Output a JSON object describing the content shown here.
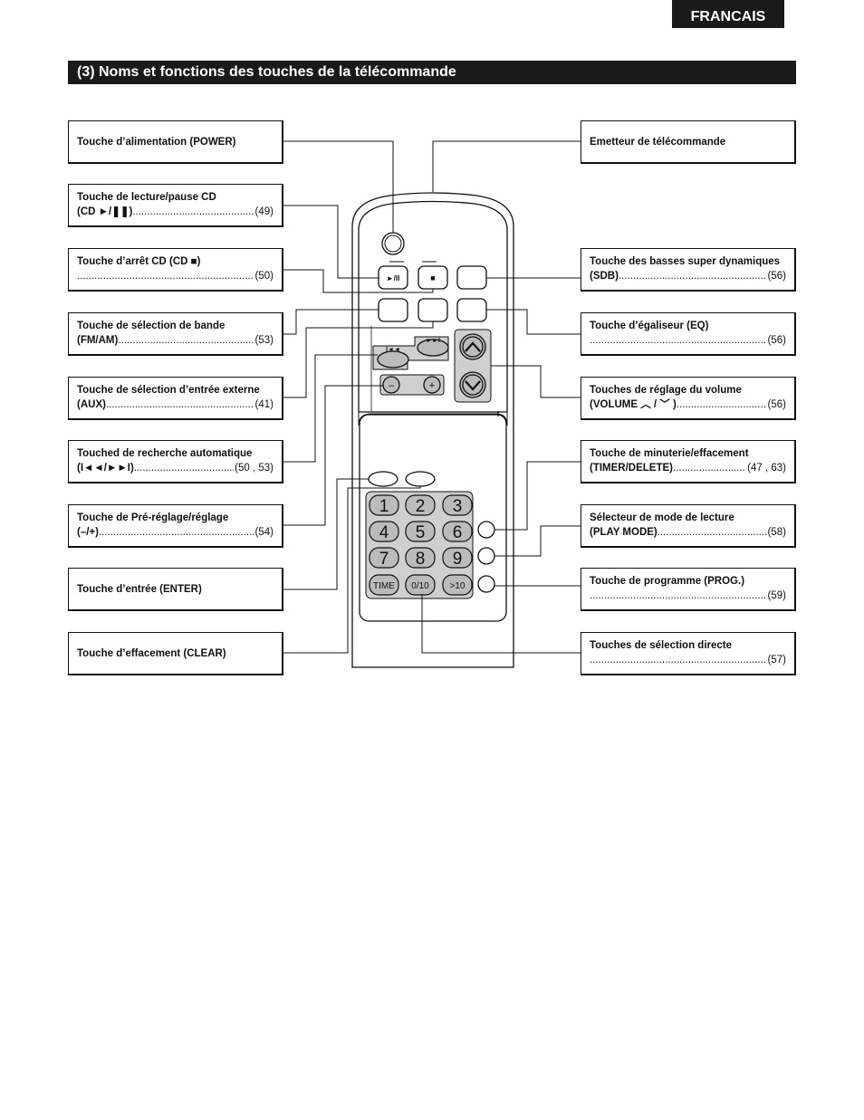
{
  "language_tab": "FRANCAIS",
  "section_title": "(3) Noms et fonctions des touches de la télécommande",
  "left_callouts": [
    {
      "title": "Touche d’alimentation (POWER)",
      "label": "",
      "page": ""
    },
    {
      "title": "Touche de lecture/pause CD",
      "label": "(CD ►/❚❚)",
      "page": "(49)"
    },
    {
      "title": "Touche d’arrêt CD (CD ■)",
      "label": "",
      "page": "(50)"
    },
    {
      "title": "Touche de sélection de bande",
      "label": "(FM/AM)",
      "page": "(53)"
    },
    {
      "title": "Touche de sélection d’entrée externe",
      "label": "(AUX)",
      "page": "(41)"
    },
    {
      "title": "Touched de recherche automatique",
      "label": "(I◄◄/►►I)",
      "page": "(50 , 53)"
    },
    {
      "title": "Touche de Pré-réglage/réglage",
      "label": "(–/+)",
      "page": "(54)"
    },
    {
      "title": "Touche d’entrée (ENTER)",
      "label": "",
      "page": ""
    },
    {
      "title": "Touche d’effacement (CLEAR)",
      "label": "",
      "page": ""
    }
  ],
  "right_callouts": [
    {
      "title": "Emetteur de télécommande",
      "label": "",
      "page": ""
    },
    {
      "title": "Touche des basses super dynamiques",
      "label": "(SDB)",
      "page": "(56)"
    },
    {
      "title": "Touche d’égaliseur (EQ)",
      "label": "",
      "page": "(56)"
    },
    {
      "title": "Touches de réglage du volume",
      "label": "(VOLUME ︿ / ﹀ )",
      "page": "(56)"
    },
    {
      "title": "Touche de minuterie/effacement",
      "label": "(TIMER/DELETE)",
      "page": "(47 , 63)"
    },
    {
      "title": "Sélecteur de mode de lecture",
      "label": "(PLAY MODE)",
      "page": "(58)"
    },
    {
      "title": "Touche de programme (PROG.)",
      "label": "",
      "page": "(59)"
    },
    {
      "title": "Touches de sélection directe",
      "label": "",
      "page": "(57)"
    }
  ],
  "remote": {
    "play_pause_symbol": "►/II",
    "stop_symbol": "■",
    "prev_symbol": "I◄◄",
    "next_symbol": "►►I",
    "minus_symbol": "–",
    "plus_symbol": "+",
    "digits": [
      "1",
      "2",
      "3",
      "4",
      "5",
      "6",
      "7",
      "8",
      "9"
    ],
    "time_label": "TIME",
    "zero_ten_label": "0/10",
    "gt_ten_label": ">10"
  }
}
